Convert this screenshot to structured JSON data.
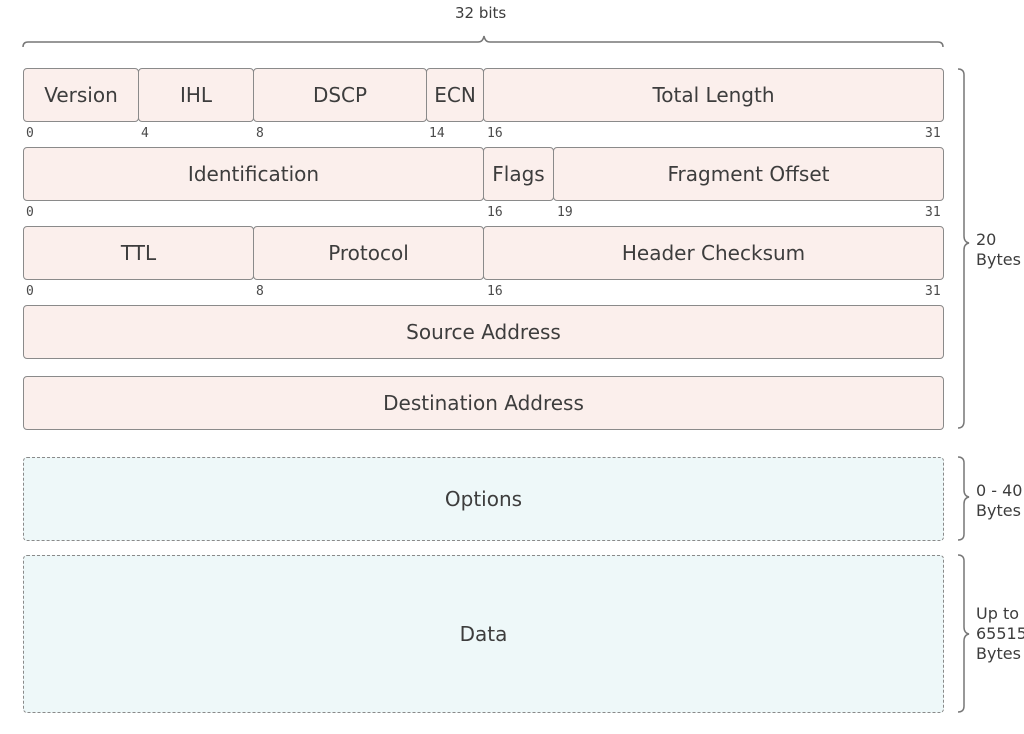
{
  "header": {
    "width_label": "32 bits"
  },
  "rows": [
    {
      "fields": [
        "Version",
        "IHL",
        "DSCP",
        "ECN",
        "Total Length"
      ],
      "bits": [
        "0",
        "4",
        "8",
        "14",
        "16",
        "31"
      ]
    },
    {
      "fields": [
        "Identification",
        "Flags",
        "Fragment Offset"
      ],
      "bits": [
        "0",
        "16",
        "19",
        "31"
      ]
    },
    {
      "fields": [
        "TTL",
        "Protocol",
        "Header Checksum"
      ],
      "bits": [
        "0",
        "8",
        "16",
        "31"
      ]
    },
    {
      "fields": [
        "Source Address"
      ]
    },
    {
      "fields": [
        "Destination Address"
      ]
    }
  ],
  "options": {
    "label": "Options"
  },
  "data_section": {
    "label": "Data"
  },
  "size_labels": {
    "header": [
      "20",
      "Bytes"
    ],
    "options": [
      "0 - 40",
      "Bytes"
    ],
    "data": [
      "Up to",
      "65515",
      "Bytes"
    ]
  },
  "colors": {
    "header_fill": "#fbefec",
    "optional_fill": "#eef8f9",
    "border": "#8a8a8a"
  }
}
